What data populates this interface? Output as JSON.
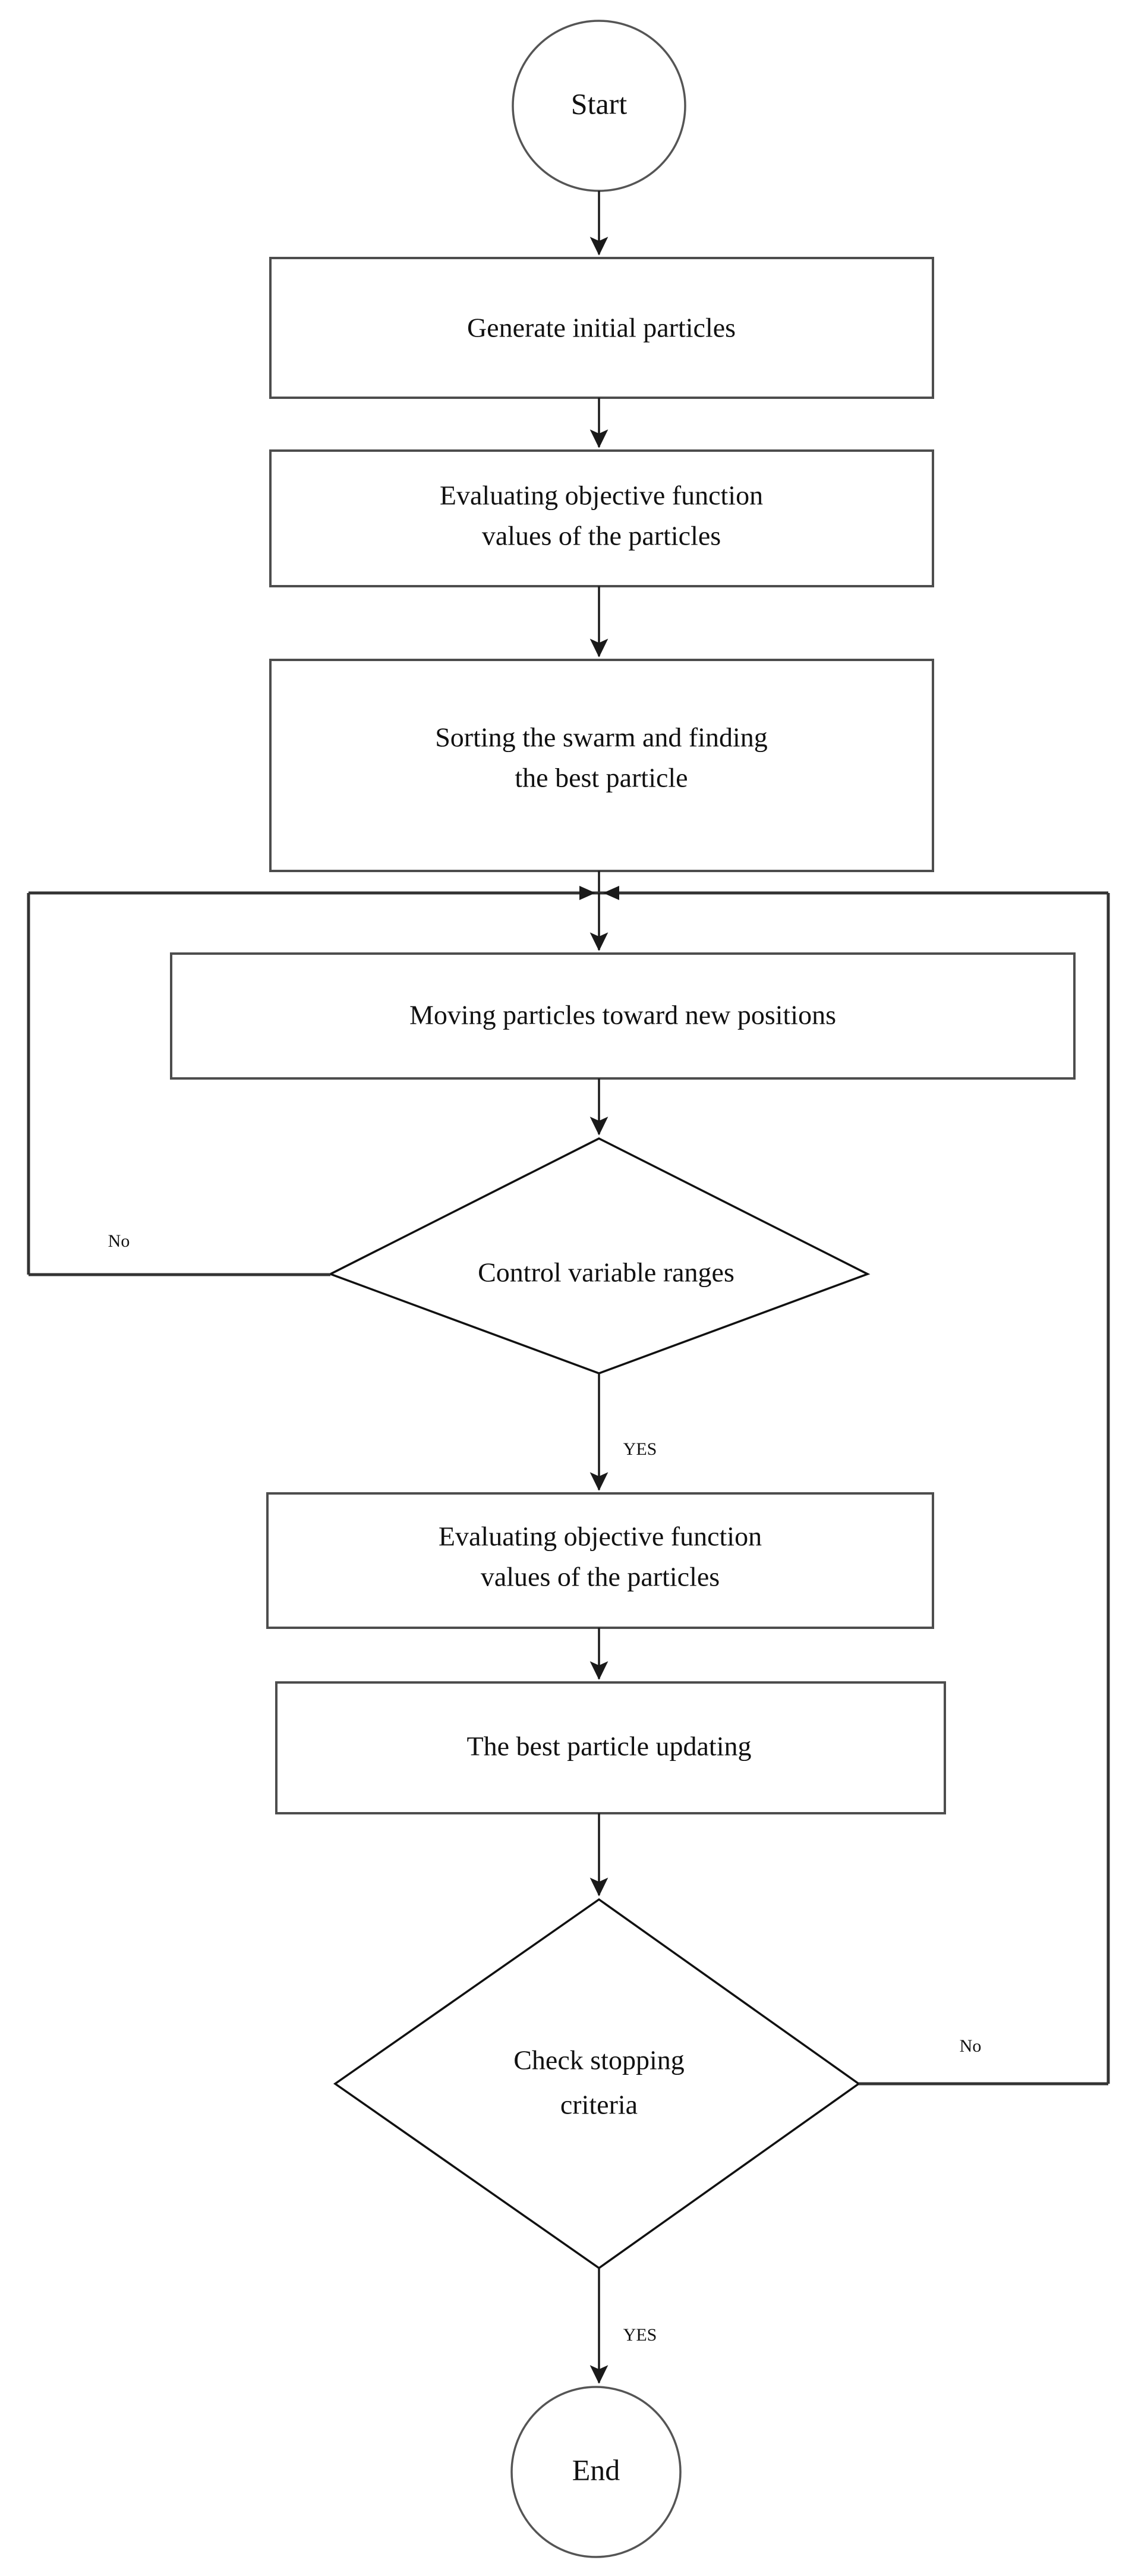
{
  "diagram": {
    "type": "flowchart",
    "title": "Particle Swarm Optimization flowchart",
    "colors": {
      "background": "#ffffff",
      "box_stroke": "#4d4d4d",
      "line_stroke": "#1a1a1a",
      "text": "#111111"
    },
    "nodes": {
      "start": {
        "label": "Start",
        "shape": "ellipse"
      },
      "generate": {
        "label": "Generate initial particles",
        "shape": "rectangle"
      },
      "evaluate_initial_line1": {
        "label": "Evaluating objective function",
        "shape": "rectangle"
      },
      "evaluate_initial_line2": {
        "label": "values of the particles"
      },
      "sorting_line1": {
        "label": "Sorting the swarm and finding",
        "shape": "rectangle"
      },
      "sorting_line2": {
        "label": "the best particle"
      },
      "moving": {
        "label": "Moving particles toward new positions",
        "shape": "rectangle"
      },
      "control_range": {
        "label": "Control variable ranges",
        "shape": "diamond"
      },
      "evaluate_again_line1": {
        "label": "Evaluating objective function",
        "shape": "rectangle"
      },
      "evaluate_again_line2": {
        "label": "values of the particles"
      },
      "best_update": {
        "label": "The best particle updating",
        "shape": "rectangle"
      },
      "check_stop_line1": {
        "label": "Check stopping",
        "shape": "diamond"
      },
      "check_stop_line2": {
        "label": "criteria"
      },
      "end": {
        "label": "End",
        "shape": "ellipse"
      }
    },
    "edge_labels": {
      "control_no": "No",
      "control_yes": "YES",
      "stop_no": "No",
      "stop_yes": "YES"
    }
  }
}
